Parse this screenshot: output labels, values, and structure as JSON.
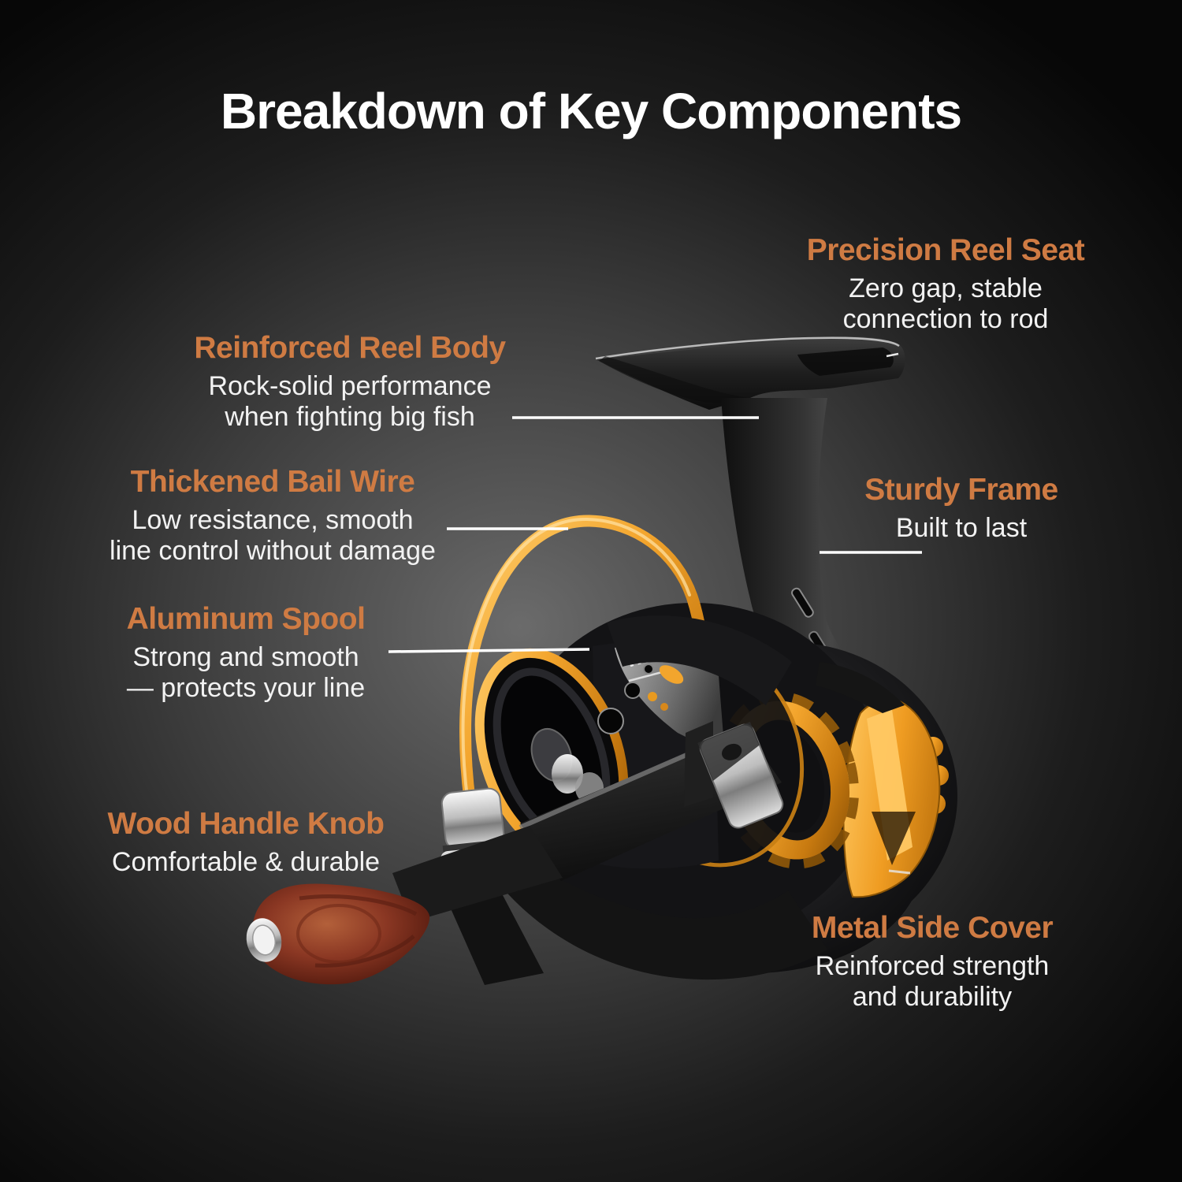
{
  "page": {
    "title": "Breakdown of Key Components"
  },
  "colors": {
    "background_center": "#6b6b6b",
    "background_edge": "#070707",
    "heading_orange": "#cf7b43",
    "body_text_white": "#f2f2f2",
    "reel_gold": "#f2a52d",
    "reel_black": "#141414",
    "wood_brown": "#8a3723",
    "callout_line_white": "#ffffff"
  },
  "labels": {
    "reel_seat": {
      "title": "Precision Reel Seat",
      "lines": [
        "Zero gap, stable",
        "connection to rod"
      ]
    },
    "reel_body": {
      "title": "Reinforced Reel Body",
      "lines": [
        "Rock-solid performance",
        "when fighting big fish"
      ]
    },
    "bail_wire": {
      "title": "Thickened Bail Wire",
      "lines": [
        "Low resistance, smooth",
        "line control without damage"
      ]
    },
    "sturdy_frame": {
      "title": "Sturdy Frame",
      "lines": [
        "Built to last"
      ]
    },
    "spool": {
      "title": "Aluminum Spool",
      "lines": [
        "Strong and smooth",
        "— protects your line"
      ]
    },
    "handle_knob": {
      "title": "Wood Handle Knob",
      "lines": [
        "Comfortable & durable"
      ]
    },
    "side_cover": {
      "title": "Metal Side Cover",
      "lines": [
        "Reinforced strength",
        "and durability"
      ]
    }
  }
}
